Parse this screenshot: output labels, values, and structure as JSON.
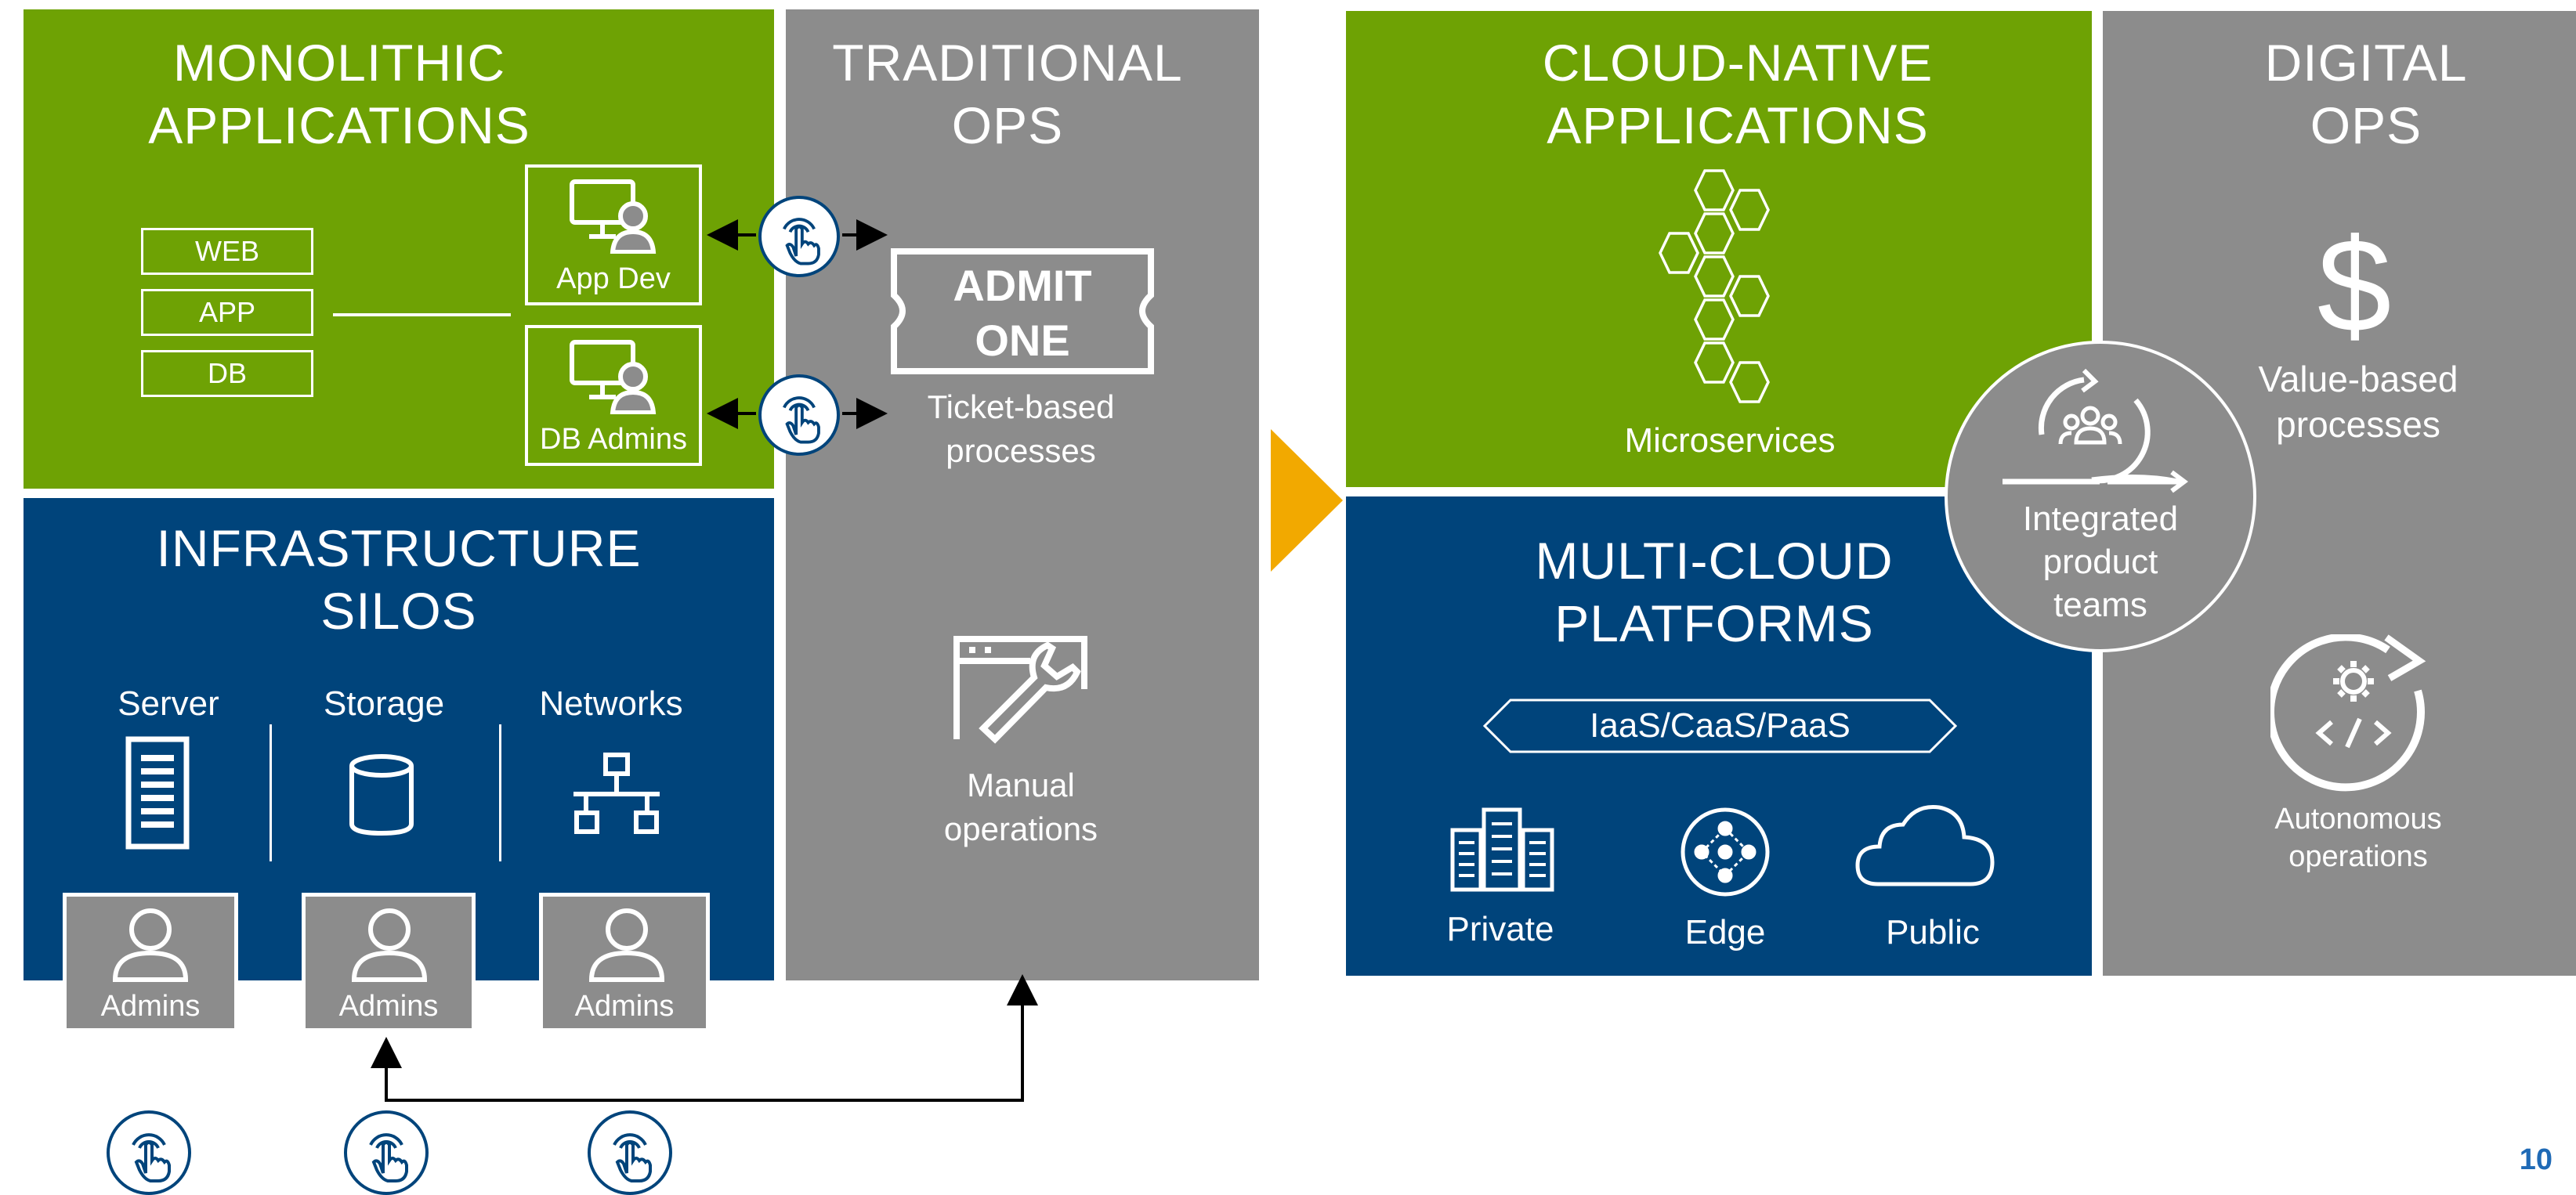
{
  "left": {
    "monolithic": {
      "title_line1": "MONOLITHIC",
      "title_line2": "APPLICATIONS",
      "tiers": [
        "WEB",
        "APP",
        "DB"
      ],
      "roles": [
        "App Dev",
        "DB Admins"
      ]
    },
    "traditional_ops": {
      "title_line1": "TRADITIONAL",
      "title_line2": "OPS",
      "ticket_line1": "ADMIT",
      "ticket_line2": "ONE",
      "ticket_caption_line1": "Ticket-based",
      "ticket_caption_line2": "processes",
      "manual_line1": "Manual",
      "manual_line2": "operations"
    },
    "infra": {
      "title_line1": "INFRASTRUCTURE",
      "title_line2": "SILOS",
      "columns": [
        "Server",
        "Storage",
        "Networks"
      ],
      "admins": [
        "Admins",
        "Admins",
        "Admins"
      ]
    }
  },
  "right": {
    "cloud_native": {
      "title_line1": "CLOUD-NATIVE",
      "title_line2": "APPLICATIONS",
      "caption": "Microservices"
    },
    "digital_ops": {
      "title_line1": "DIGITAL",
      "title_line2": "OPS",
      "value_line1": "Value-based",
      "value_line2": "processes",
      "auto_line1": "Autonomous",
      "auto_line2": "operations"
    },
    "multicloud": {
      "title_line1": "MULTI-CLOUD",
      "title_line2": "PLATFORMS",
      "banner": "IaaS/CaaS/PaaS",
      "platforms": [
        "Private",
        "Edge",
        "Public"
      ]
    },
    "integrated": {
      "line1": "Integrated",
      "line2": "product",
      "line3": "teams"
    }
  },
  "colors": {
    "green": "#6ea204",
    "grey": "#8c8c8c",
    "blue": "#00447b",
    "arrow": "#f2a900",
    "page_number": "#1f6ab6"
  },
  "icons": [
    "monitor-person-icon",
    "touch-hand-icon",
    "ticket-icon",
    "wrench-window-icon",
    "server-rack-icon",
    "database-icon",
    "network-icon",
    "person-icon",
    "hexagon-cluster-icon",
    "dollar-icon",
    "team-cycle-icon",
    "gear-code-cycle-icon",
    "building-icon",
    "edge-hub-icon",
    "cloud-icon"
  ],
  "page_number": "10"
}
